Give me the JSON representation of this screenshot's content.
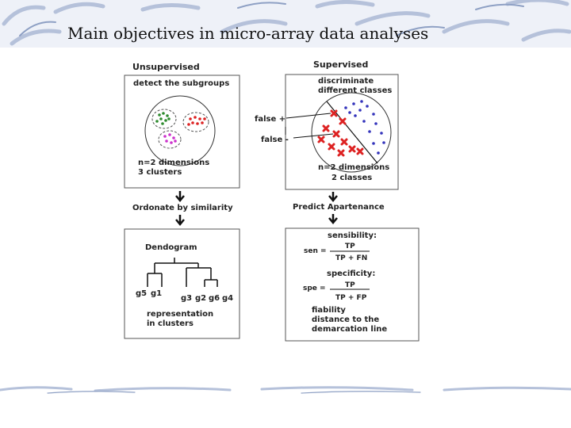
{
  "slide": {
    "title": "Main objectives in micro-array data analyses"
  },
  "diagram": {
    "unsupervised": {
      "heading": "Unsupervised",
      "box_title": "detect the subgroups",
      "dims_line1": "n=2 dimensions",
      "dims_line2": "3 clusters",
      "step": "Ordonate by similarity",
      "dendrogram_title": "Dendogram",
      "leaves": [
        "g5",
        "g1",
        "g3",
        "g2",
        "g6",
        "g4"
      ],
      "rep_line1": "representation",
      "rep_line2": "in clusters"
    },
    "supervised": {
      "heading": "Supervised",
      "box_line1": "discriminate",
      "box_line2": "different classes",
      "false_pos": "false +",
      "false_neg": "false -",
      "dims_line1": "n=2 dimensions",
      "dims_line2": "2 classes",
      "step": "Predict Apartenance",
      "sens_title": "sensibility:",
      "sen_label": "sen =",
      "sen_num": "TP",
      "sen_den": "TP + FN",
      "spec_title": "specificity:",
      "spe_label": "spe =",
      "spe_num": "TP",
      "spe_den": "TP + FP",
      "fiab_line1": "fiability",
      "fiab_line2": "distance to the",
      "fiab_line3": "demarcation line"
    },
    "colors": {
      "cluster_green": "#2e8b2e",
      "cluster_red": "#dd2222",
      "cluster_magenta": "#cc33cc",
      "class_blue": "#3333bb",
      "class_red": "#dd2222"
    }
  }
}
